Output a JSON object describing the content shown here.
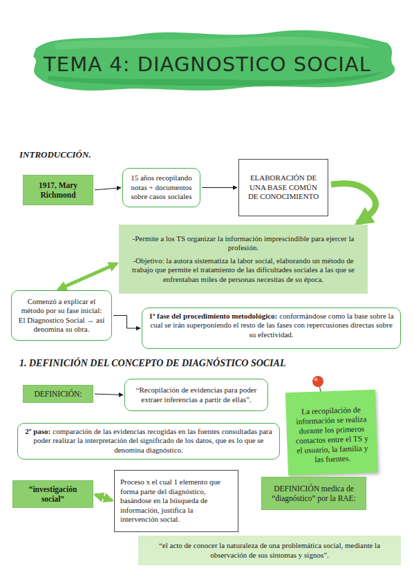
{
  "diagram": {
    "title": "TEMA 4: DIAGNOSTICO SOCIAL",
    "nodes": [
      {
        "text": [
          "1917, Mary Richmond"
        ]
      },
      {
        "text": [
          "15 años recopilando notas + documentos sobre casos sociales"
        ]
      },
      {
        "text": [
          "ELABORACIÓN DE UNA BASE COMÚN DE CONOCIMIENTO"
        ]
      },
      {
        "text": [
          "-Permite a los TS organizar la información imprescindible para ejercer la profesión.",
          "-Objetivo: la autora sistematiza la labor social, elaborando un método de trabajo que permite el tratamiento de las dificultades sociales a las que se enfrentaban miles de personas necesitas de su época."
        ]
      },
      {
        "text": [
          "Comenzó a explicar el método por su fase inicial: El Diagnostico Social → así denomina su obra."
        ]
      },
      {
        "text": [
          "1ª fase del procedimiento metodológico:",
          "conformándose como la base sobre la cual se irán superponiendo el resto de las fases con repercusiones directas sobre su efectividad."
        ]
      },
      {
        "text": [
          "DEFINICIÓN:"
        ]
      },
      {
        "text": [
          "“Recopilación de evidencias para poder extraer inferencias a partir de ellas”."
        ]
      },
      {
        "text": [
          "La recopilación de información se realiza durante los primeros contactos entre el TS y el usuario, la familia y las fuentes."
        ]
      },
      {
        "text": [
          "2º paso:",
          "comparación de las evidencias recogidas en las fuentes consultadas para poder realizar la interpretación del significado de los datos, que es lo que se denomina diagnóstico."
        ]
      },
      {
        "text": [
          "“investigación social”"
        ]
      },
      {
        "text": [
          "Proceso x el cual 1 elemento que forma parte del diagnóstico, basándose en la búsqueda de información, justifica la intervención social."
        ]
      },
      {
        "text": [
          "DEFINICIÓN medica de “diagnóstico” por la RAE:"
        ]
      },
      {
        "text": [
          "“el acto de conocer la naturaleza de una problemática social, mediante la observación de sus síntomas y signos”."
        ]
      }
    ],
    "edges": [
      {
        "from": 0,
        "to": 1,
        "arrow": "to"
      },
      {
        "from": 1,
        "to": 2,
        "arrow": "to"
      },
      {
        "from": 2,
        "to": 3,
        "arrow": "to"
      },
      {
        "from": 4,
        "to": 3,
        "arrow": "both"
      },
      {
        "from": 4,
        "to": 5,
        "arrow": "to"
      },
      {
        "from": 6,
        "to": 7,
        "arrow": "to"
      },
      {
        "from": 10,
        "to": 11,
        "arrow": "both"
      }
    ],
    "labels": [
      "INTRODUCCIÓN.",
      "1.  DEFINICIÓN  DEL  CONCEPTO  DE  DIAGNÓSTICO  SOCIAL"
    ]
  }
}
